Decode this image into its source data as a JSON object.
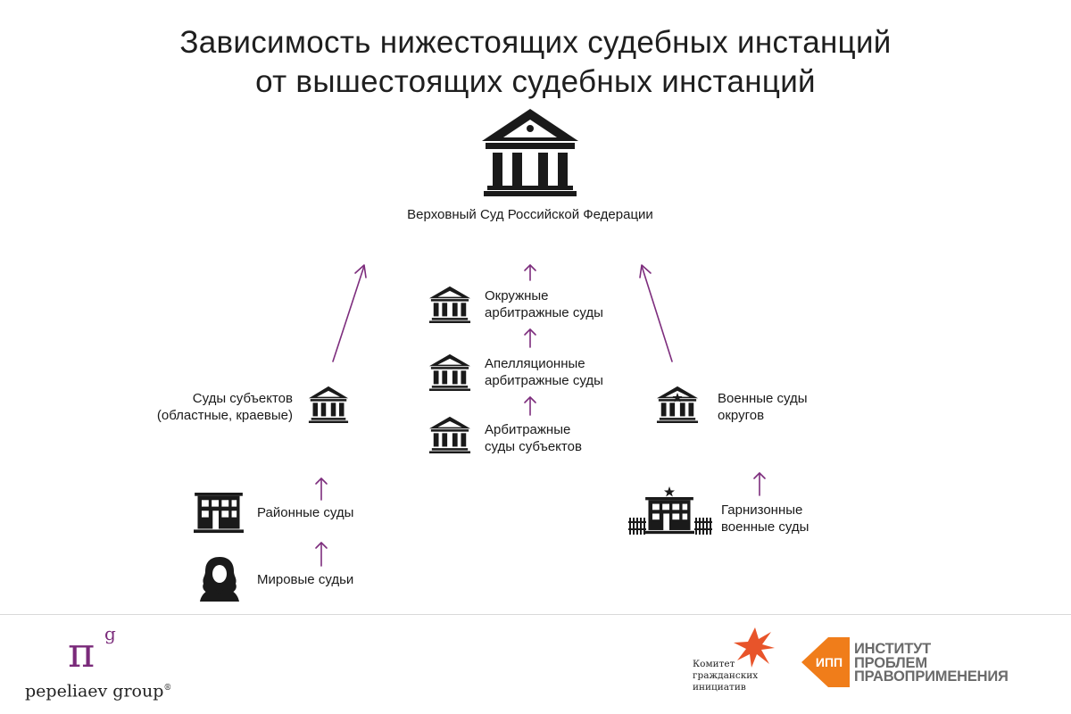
{
  "title": {
    "line1": "Зависимость нижестоящих судебных инстанций",
    "line2": "от вышестоящих судебных инстанций"
  },
  "nodes": {
    "supreme": "Верховный Суд Российской Федерации",
    "okruzhnye_1": "Окружные",
    "okruzhnye_2": "арбитражные суды",
    "appel_1": "Апелляционные",
    "appel_2": "арбитражные суды",
    "arb_subj_1": "Арбитражные",
    "arb_subj_2": "суды субъектов",
    "subj_1": "Суды субъектов",
    "subj_2": "(областные, краевые)",
    "military_okrug_1": "Военные суды",
    "military_okrug_2": "округов",
    "district": "Районные суды",
    "justices": "Мировые судьи",
    "garrison_1": "Гарнизонные",
    "garrison_2": "военные суды"
  },
  "footer": {
    "pep_symbol": "π",
    "pep_sup": "g",
    "pep_name": "pepeliaev group",
    "pep_reg": "®",
    "kgi_1": "Комитет",
    "kgi_2": "гражданских",
    "kgi_3": "инициатив",
    "ipp_badge": "ИПП",
    "ipp_1": "ИНСТИТУТ",
    "ipp_2": "ПРОБЛЕМ",
    "ipp_3": "ПРАВОПРИМЕНЕНИЯ"
  },
  "colors": {
    "arrow": "#7d2d7d",
    "icon": "#1a1a1a",
    "kgi_bird": "#e8542a",
    "ipp_orange": "#f07d1a"
  },
  "icons": {
    "supreme": "court-building-icon",
    "court": "court-building-icon",
    "military": "military-court-star-icon",
    "district": "office-building-icon",
    "garrison": "garrison-building-fence-icon",
    "justice": "judge-wig-icon"
  }
}
